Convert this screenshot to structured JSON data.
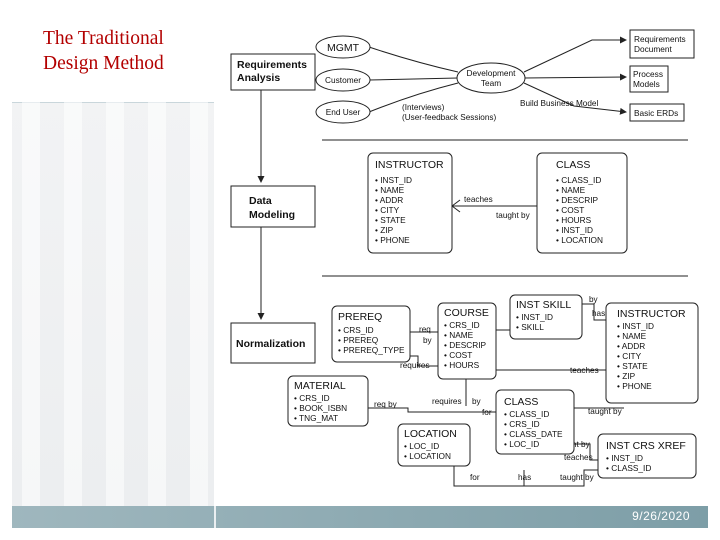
{
  "slide": {
    "title_line1": "The Traditional",
    "title_line2": "Design Method",
    "date": "9/26/2020"
  },
  "steps": {
    "requirements_line1": "Requirements",
    "requirements_line2": "Analysis",
    "data_modeling_line1": "Data",
    "data_modeling_line2": "Modeling",
    "normalization": "Normalization"
  },
  "requirements": {
    "mgmt": "MGMT",
    "customer": "Customer",
    "end_user": "End User",
    "dev_team_line1": "Development",
    "dev_team_line2": "Team",
    "interviews_line1": "(Interviews)",
    "interviews_line2": "(User-feedback Sessions)",
    "build_model": "Build Business Model",
    "out_req_doc_line1": "Requirements",
    "out_req_doc_line2": "Document",
    "out_process_line1": "Process",
    "out_process_line2": "Models",
    "out_erds": "Basic ERDs"
  },
  "data_model": {
    "instructor": {
      "name": "INSTRUCTOR",
      "fields": [
        "INST_ID",
        "NAME",
        "ADDR",
        "CITY",
        "STATE",
        "ZIP",
        "PHONE"
      ]
    },
    "class": {
      "name": "CLASS",
      "fields": [
        "CLASS_ID",
        "NAME",
        "DESCRIP",
        "COST",
        "HOURS",
        "INST_ID",
        "LOCATION"
      ]
    },
    "rel_teaches": "teaches",
    "rel_taught_by": "taught by"
  },
  "normalized": {
    "prereq": {
      "name": "PREREQ",
      "fields": [
        "CRS_ID",
        "PREREQ",
        "PREREQ_TYPE"
      ]
    },
    "course": {
      "name": "COURSE",
      "fields": [
        "CRS_ID",
        "NAME",
        "DESCRIP",
        "COST",
        "HOURS"
      ]
    },
    "inst_skill": {
      "name": "INST SKILL",
      "fields": [
        "INST_ID",
        "SKILL"
      ]
    },
    "instructor": {
      "name": "INSTRUCTOR",
      "fields": [
        "INST_ID",
        "NAME",
        "ADDR",
        "CITY",
        "STATE",
        "ZIP",
        "PHONE"
      ]
    },
    "material": {
      "name": "MATERIAL",
      "fields": [
        "CRS_ID",
        "BOOK_ISBN",
        "TNG_MAT"
      ]
    },
    "class": {
      "name": "CLASS",
      "fields": [
        "CLASS_ID",
        "CRS_ID",
        "CLASS_DATE",
        "LOC_ID"
      ]
    },
    "location": {
      "name": "LOCATION",
      "fields": [
        "LOC_ID",
        "LOCATION"
      ]
    },
    "inst_crs_xref": {
      "name": "INST CRS XREF",
      "fields": [
        "INST_ID",
        "CLASS_ID"
      ]
    },
    "labels": {
      "req": "req",
      "by_prereq": "by",
      "requires_course": "requires",
      "by_skill": "by",
      "has_skill": "has",
      "teaches_top": "teaches",
      "req_by": "req by",
      "requires_class": "requires",
      "by_class": "by",
      "for_class": "for",
      "taught_by_inst": "taught by",
      "taught_by_xref": "taught by",
      "teaches_xref": "teaches",
      "for_location": "for",
      "has_location": "has",
      "taught_by_bottom": "taught by"
    }
  }
}
